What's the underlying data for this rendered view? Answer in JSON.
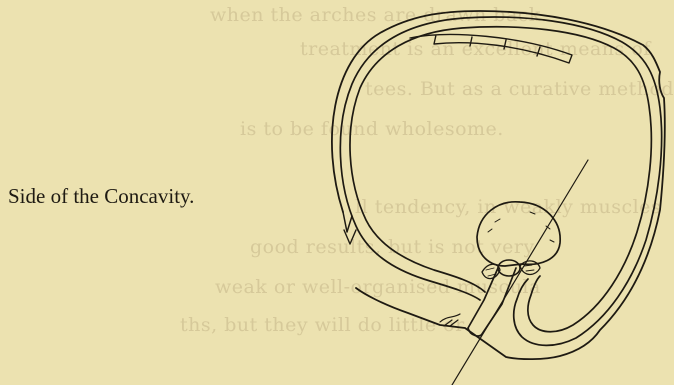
{
  "caption": "Side of the Concavity.",
  "bleed_through": [
    "when the arches are drawn back.",
    "treatment is an excellent means of",
    "tees. But as a curative method,",
    "is to be found wholesome.",
    "ll tendency, in weakly muscles",
    "good results, but is not very",
    "weak or well-organised muscula",
    "ths, but they will do little or"
  ],
  "colors": {
    "paper": "#ece2b0",
    "ink": "#1e1a12",
    "bleed": "#d6c99a"
  }
}
